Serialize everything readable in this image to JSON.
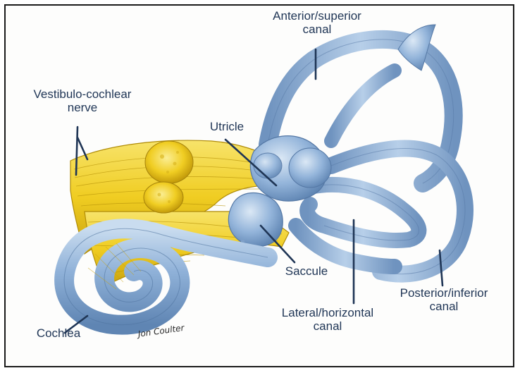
{
  "labels": {
    "anterior": {
      "line1": "Anterior/superior",
      "line2": "canal"
    },
    "vestibulo": {
      "line1": "Vestibulo-cochlear",
      "line2": "nerve"
    },
    "utricle": {
      "line1": "Utricle"
    },
    "saccule": {
      "line1": "Saccule"
    },
    "lateral": {
      "line1": "Lateral/horizontal",
      "line2": "canal"
    },
    "posterior": {
      "line1": "Posterior/inferior",
      "line2": "canal"
    },
    "cochlea": {
      "line1": "Cochlea"
    }
  },
  "signature": "Jon Coulter",
  "colors": {
    "label_text": "#1f3555",
    "membrane_fill": "#8fb1d8",
    "membrane_dark": "#5f85b3",
    "membrane_light": "#c9dcef",
    "nerve_fill": "#f2d12b",
    "nerve_dark": "#c9a20e",
    "leader_line": "#1f3555"
  }
}
